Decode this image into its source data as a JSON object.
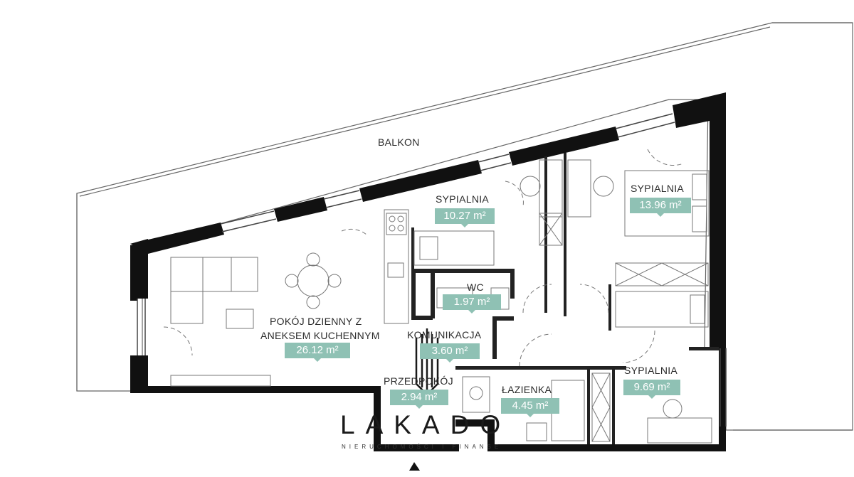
{
  "rooms": {
    "balkon": {
      "name": "BALKON"
    },
    "sypialnia_1": {
      "name": "SYPIALNIA",
      "area": "10.27 m²"
    },
    "sypialnia_2": {
      "name": "SYPIALNIA",
      "area": "13.96 m²"
    },
    "sypialnia_3": {
      "name": "SYPIALNIA",
      "area": "9.69 m²"
    },
    "wc": {
      "name": "WC",
      "area": "1.97 m²"
    },
    "pokoj": {
      "name_line1": "POKÓJ DZIENNY Z",
      "name_line2": "ANEKSEM KUCHENNYM",
      "area": "26.12 m²"
    },
    "komunikacja": {
      "name": "KOMUNIKACJA",
      "area": "3.60 m²"
    },
    "przedpokoj": {
      "name": "PRZEDPOKÓJ",
      "area": "2.94 m²"
    },
    "lazienka": {
      "name": "ŁAZIENKA",
      "area": "4.45 m²"
    }
  },
  "watermark": {
    "brand": "LAKADO",
    "tagline": "NIERUCHOMOŚCI I FINANSE"
  },
  "colors": {
    "wall": "#111111",
    "line": "#555555",
    "area_badge": "#8fc1b4"
  }
}
